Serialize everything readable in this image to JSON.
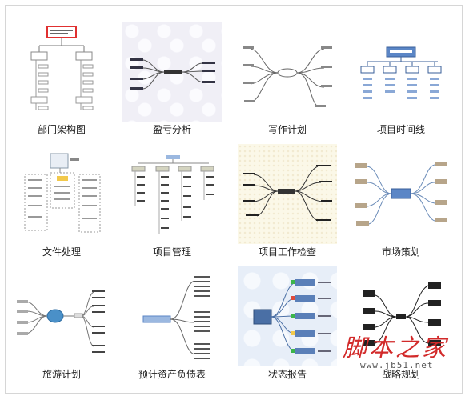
{
  "gallery": {
    "tiles": [
      {
        "label": "部门架构图"
      },
      {
        "label": "盈亏分析"
      },
      {
        "label": "写作计划"
      },
      {
        "label": "项目时间线"
      },
      {
        "label": "文件处理"
      },
      {
        "label": "项目管理"
      },
      {
        "label": "项目工作检查"
      },
      {
        "label": "市场策划"
      },
      {
        "label": "旅游计划"
      },
      {
        "label": "预计资产负债表"
      },
      {
        "label": "状态报告"
      },
      {
        "label": "战略规划"
      }
    ]
  },
  "watermark": {
    "main": "脚本之家",
    "sub": "www.jb51.net"
  },
  "colors": {
    "accent_red": "#d22a2a",
    "node_blue": "#5b86c6",
    "line_gray": "#7a7a7a"
  }
}
